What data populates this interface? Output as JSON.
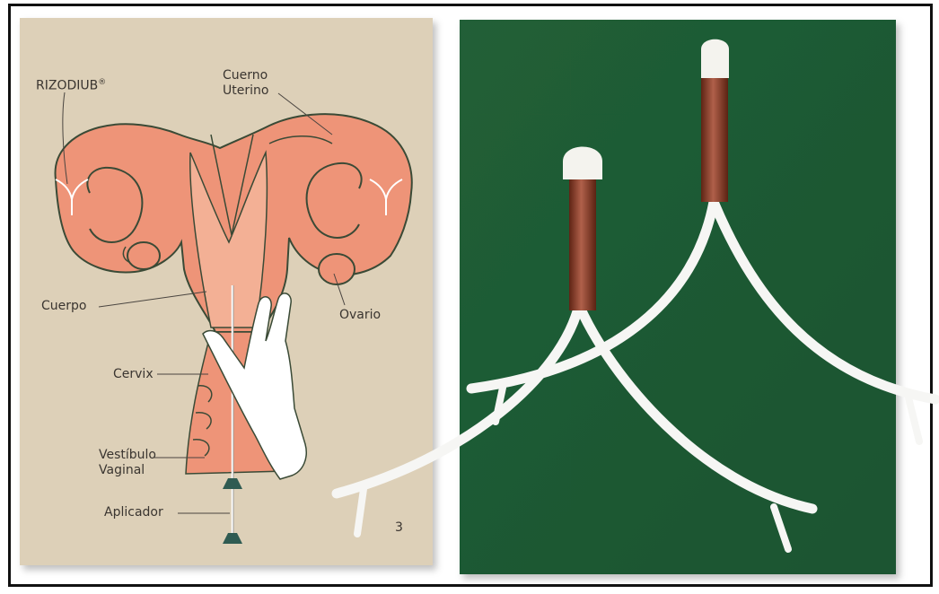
{
  "left_panel": {
    "labels": {
      "rizodiub": "RIZODIUB",
      "rizodiub_mark": "®",
      "cuerno": "Cuerno",
      "uterino": "Uterino",
      "cuerpo": "Cuerpo",
      "ovario": "Ovario",
      "cervix": "Cervix",
      "vestibulo": "Vestíbulo",
      "vaginal": "Vaginal",
      "aplicador": "Aplicador",
      "page_number": "3"
    }
  },
  "colors": {
    "paper": "#ddd0b8",
    "tissue": "#ee9478",
    "tissue_light": "#f3b095",
    "outline": "#3a4a36",
    "green_board": "#1e5c34",
    "device_white": "#f6f6f4",
    "copper": "#8a3e2a"
  }
}
